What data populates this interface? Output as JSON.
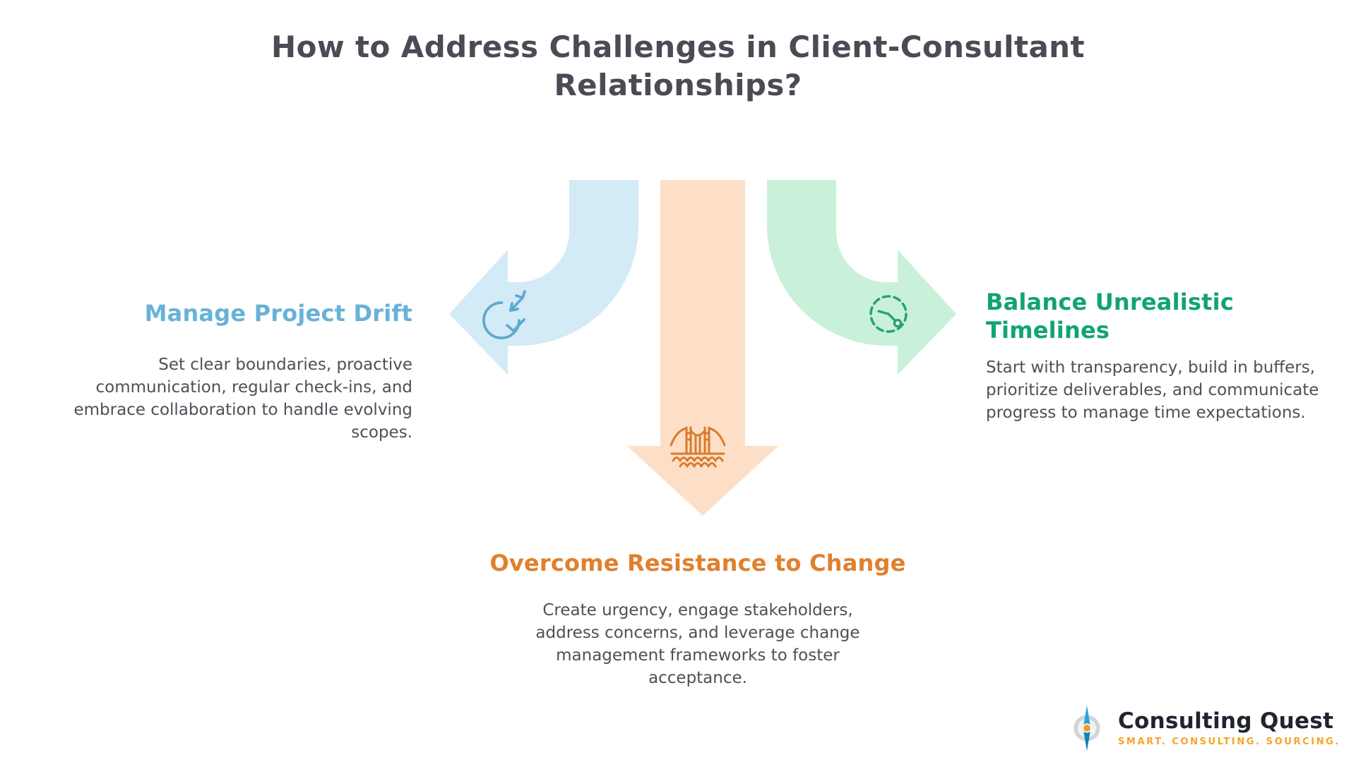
{
  "title": {
    "lines": [
      "How to Address Challenges in Client-Consultant",
      "Relationships?"
    ]
  },
  "sections": {
    "left": {
      "heading": "Manage Project Drift",
      "body": "Set clear boundaries, proactive communication, regular check-ins, and embrace collaboration to handle evolving scopes.",
      "heading_color": "#67b2d8",
      "arrow_color": "#d3eaf7",
      "icon": "dart-target-icon",
      "icon_color": "#61a8cf"
    },
    "center": {
      "heading": "Overcome Resistance to Change",
      "body": "Create urgency, engage stakeholders, address concerns, and leverage change management frameworks to foster acceptance.",
      "heading_color": "#e0802e",
      "arrow_color": "#fcdfc6",
      "icon": "suspension-bridge-icon",
      "icon_color": "#d97b2b"
    },
    "right": {
      "heading": "Balance Unrealistic Timelines",
      "body": "Start with transparency, build in buffers, prioritize deliverables, and communicate progress to manage time expectations.",
      "heading_color": "#12a470",
      "arrow_color": "#c9f1da",
      "icon": "dashed-clock-icon",
      "icon_color": "#27a376"
    }
  },
  "logo": {
    "name": "Consulting Quest",
    "tagline": "SMART. CONSULTING. SOURCING.",
    "name_color": "#20242e",
    "tagline_color": "#f6a326",
    "compass_blue": "#29a3da",
    "compass_dark_blue": "#0f7fb6",
    "compass_orange": "#f59b2c"
  }
}
